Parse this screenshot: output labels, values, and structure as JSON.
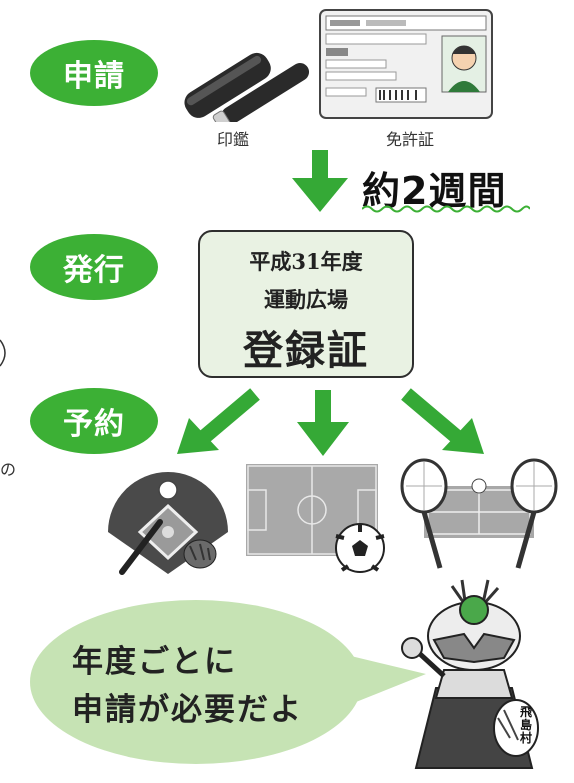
{
  "steps": {
    "apply": "申請",
    "issue": "発行",
    "reserve": "予約"
  },
  "items": {
    "seal": "印鑑",
    "license": "免許証"
  },
  "duration": "約2週間",
  "certificate": {
    "line1": "平成31年度",
    "line2": "運動広場",
    "line3": "登録証"
  },
  "speech_bubble": {
    "line1": "年度ごとに",
    "line2": "申請が必要だよ"
  },
  "left_fragment": "の",
  "mascot_badge": "飛島村",
  "colors": {
    "step_green": "#3cb035",
    "arrow_green": "#35a936",
    "certificate_bg": "#e9f2e3",
    "bubble_bg": "#c6e3b4"
  }
}
